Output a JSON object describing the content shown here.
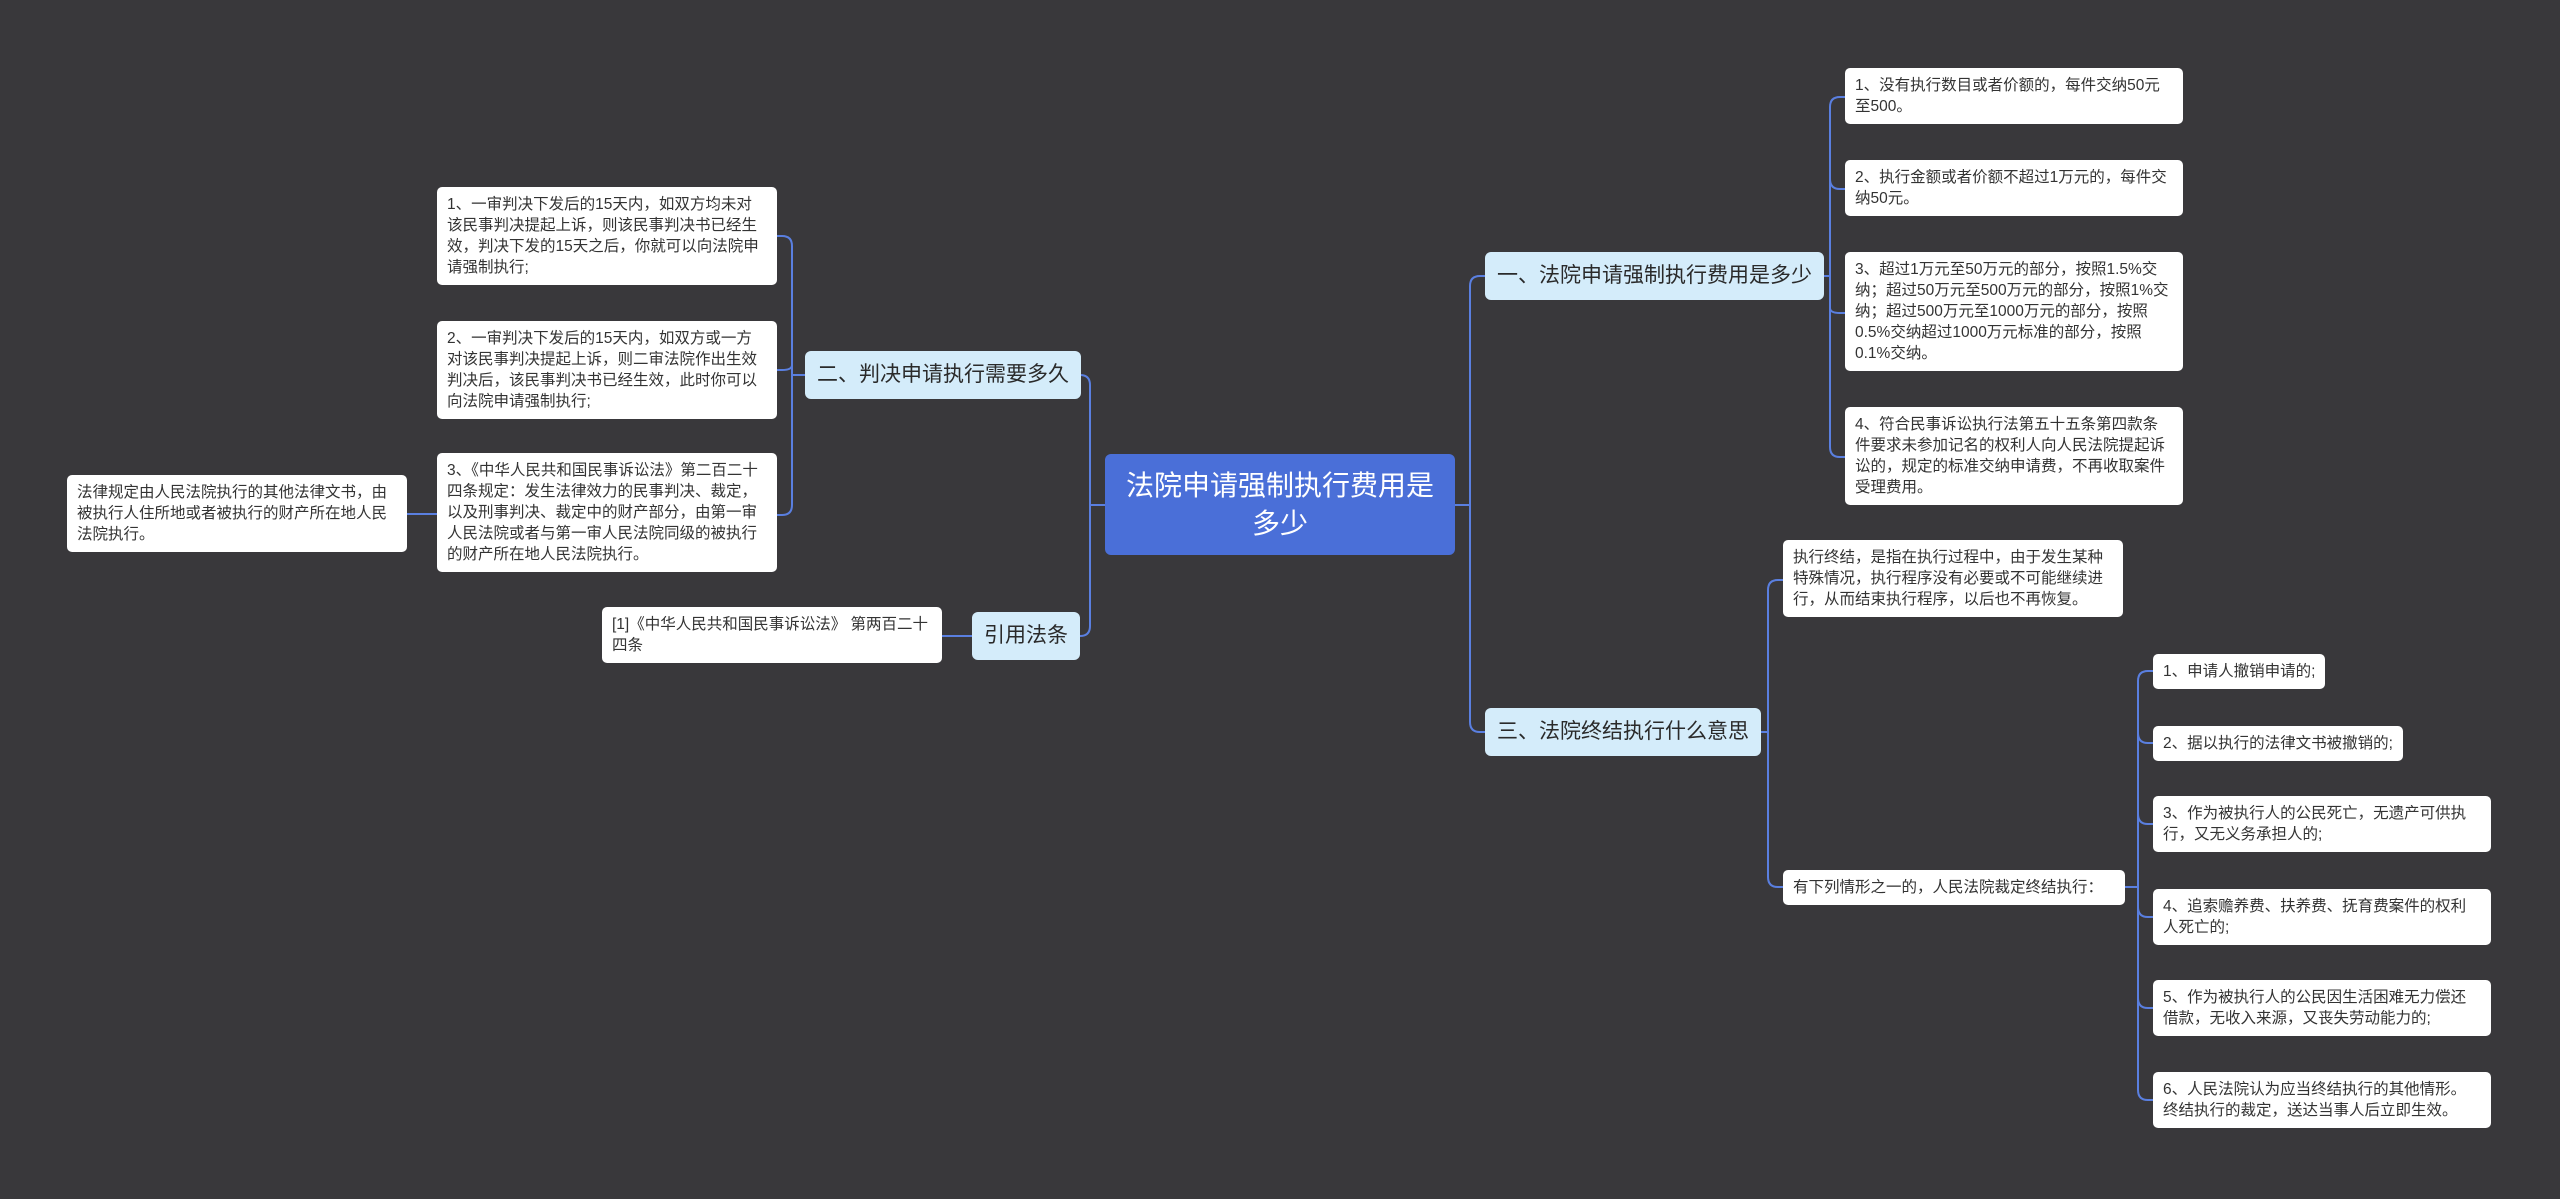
{
  "root": {
    "label": "法院申请强制执行费用是多少"
  },
  "branches": {
    "b1": {
      "label": "一、法院申请强制执行费用是多少",
      "items": [
        "1、没有执行数目或者价额的，每件交纳50元至500。",
        "2、执行金额或者价额不超过1万元的，每件交纳50元。",
        "3、超过1万元至50万元的部分，按照1.5%交纳；超过50万元至500万元的部分，按照1%交纳；超过500万元至1000万元的部分，按照0.5%交纳超过1000万元标准的部分，按照0.1%交纳。",
        "4、符合民事诉讼执行法第五十五条第四款条件要求未参加记名的权利人向人民法院提起诉讼的，规定的标准交纳申请费，不再收取案件受理费用。"
      ]
    },
    "b2": {
      "label": "二、判决申请执行需要多久",
      "items": [
        "1、一审判决下发后的15天内，如双方均未对该民事判决提起上诉，则该民事判决书已经生效，判决下发的15天之后，你就可以向法院申请强制执行;",
        "2、一审判决下发后的15天内，如双方或一方对该民事判决提起上诉，则二审法院作出生效判决后，该民事判决书已经生效，此时你可以向法院申请强制执行;",
        "3、《中华人民共和国民事诉讼法》第二百二十四条规定：发生法律效力的民事判决、裁定，以及刑事判决、裁定中的财产部分，由第一审人民法院或者与第一审人民法院同级的被执行的财产所在地人民法院执行。"
      ],
      "subitem": "法律规定由人民法院执行的其他法律文书，由被执行人住所地或者被执行的财产所在地人民法院执行。"
    },
    "b3": {
      "label": "三、法院终结执行什么意思",
      "definition": "执行终结，是指在执行过程中，由于发生某种特殊情况，执行程序没有必要或不可能继续进行，从而结束执行程序，以后也不再恢复。",
      "circumstance": "有下列情形之一的，人民法院裁定终结执行：",
      "items": [
        "1、申请人撤销申请的;",
        "2、据以执行的法律文书被撤销的;",
        "3、作为被执行人的公民死亡，无遗产可供执行，又无义务承担人的;",
        "4、追索赡养费、扶养费、抚育费案件的权利人死亡的;",
        "5、作为被执行人的公民因生活困难无力偿还借款，无收入来源，又丧失劳动能力的;",
        "6、人民法院认为应当终结执行的其他情形。终结执行的裁定，送达当事人后立即生效。"
      ]
    },
    "b4": {
      "label": "引用法条",
      "item": "[1]《中华人民共和国民事诉讼法》 第两百二十四条"
    }
  },
  "colors": {
    "background": "#39383b",
    "root": "#4a6fd8",
    "branch": "#d4ecfa",
    "leaf": "#ffffff",
    "link": "#5a7fe0"
  }
}
